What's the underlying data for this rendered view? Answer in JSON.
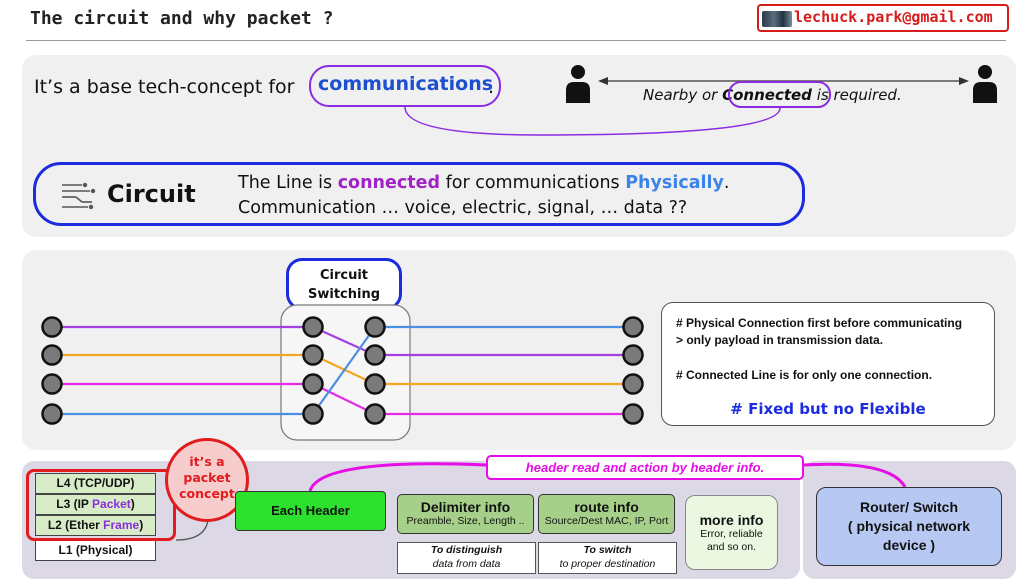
{
  "header": {
    "title": "The circuit and why packet ?",
    "email": "lechuck.park@gmail.com"
  },
  "concept": {
    "prefix": "It’s a base tech-concept for ",
    "highlight": "communications",
    "suffix": ".",
    "nearby_prefix": "Nearby or ",
    "connected": "Connected",
    "nearby_suffix": " is required."
  },
  "circuit": {
    "label": "Circuit",
    "line1_a": "The Line is ",
    "line1_connected": "connected",
    "line1_b": " for communications ",
    "line1_physically": "Physically",
    "line1_end": ".",
    "line2": "Communication … voice, electric, signal, … data ??"
  },
  "switching": {
    "label": "Circuit Switching",
    "colors": {
      "purple": "#a43fe0",
      "orange": "#f5a623",
      "magenta": "#e62ae6",
      "blue": "#4b8fe2"
    }
  },
  "notes": {
    "line1": "# Physical Connection first before communicating",
    "line2": "> only payload in transmission data.",
    "line3": "# Connected Line is for only one connection.",
    "line4": "# Fixed but no Flexible"
  },
  "layers": {
    "l4": "L4 (TCP/UDP)",
    "l3_prefix": "L3 (IP ",
    "l3_word": "Packet",
    "l3_suffix": ")",
    "l2_prefix": "L2 (Ether ",
    "l2_word": "Frame",
    "l2_suffix": ")",
    "l1": "L1 (Physical)"
  },
  "packet_concept": "it’s a packet concept",
  "header_info": {
    "each_header": "Each Header",
    "banner": "header read and action by header info.",
    "delimiter_title": "Delimiter info",
    "delimiter_sub": "Preamble, Size, Length ..",
    "delimiter_note_title": "To distinguish",
    "delimiter_note_sub": "data from data",
    "route_title": "route info",
    "route_sub": "Source/Dest MAC, IP, Port",
    "route_note_title": "To switch",
    "route_note_sub": "to proper destination",
    "more_title": "more info",
    "more_sub": "Error, reliable and so on."
  },
  "router": {
    "line1": "Router/ Switch",
    "line2": "( physical network",
    "line3": "device )"
  }
}
